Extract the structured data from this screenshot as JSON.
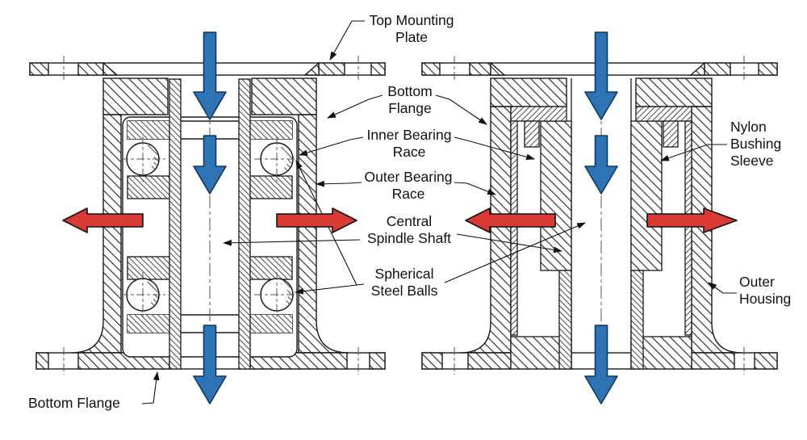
{
  "labels": {
    "top_mounting_plate": "Top Mounting\nPlate",
    "bottom_flange_upper": "Bottom\nFlange",
    "inner_bearing_race": "Inner Bearing\nRace",
    "outer_bearing_race": "Outer Bearing\nRace",
    "central_spindle_shaft": "Central\nSpindle Shaft",
    "spherical_steel_balls": "Spherical\nSteel Balls",
    "nylon_bushing_sleeve": "Nylon\nBushing\nSleeve",
    "outer_housing": "Outer\nHousing",
    "bottom_flange_lower": "Bottom Flange"
  },
  "colors": {
    "axial_arrow_fill": "#2e74b5",
    "axial_arrow_stroke": "#10375f",
    "radial_arrow_fill": "#d93a34",
    "radial_arrow_stroke": "#111111",
    "drawing_line": "#1a1a1a",
    "background": "#ffffff"
  }
}
